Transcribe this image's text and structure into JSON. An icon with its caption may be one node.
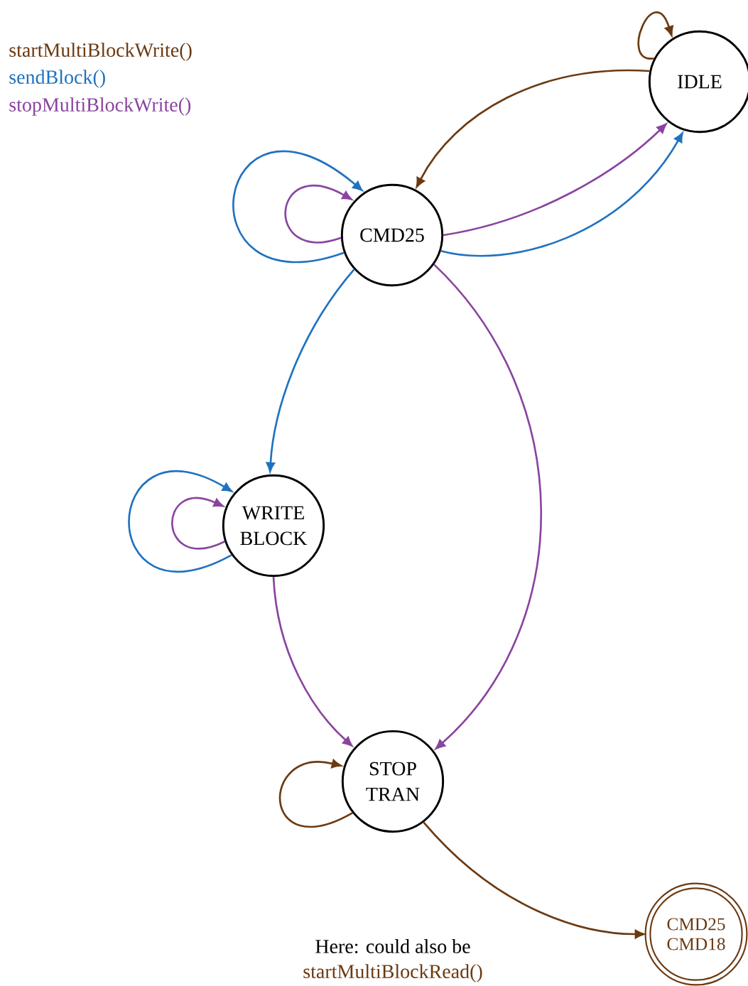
{
  "diagram": {
    "nodes": [
      {
        "text": [
          "IDLE"
        ]
      },
      {
        "text": [
          "CMD25"
        ]
      },
      {
        "text": [
          "WRITE BLOCK"
        ]
      },
      {
        "text": [
          "STOP TRAN"
        ]
      },
      {
        "text": [
          "CMD25 CMD18"
        ]
      }
    ],
    "edges": [
      {
        "from": 0,
        "to": 0,
        "arrow": "to",
        "color": "#6b3a12"
      },
      {
        "from": 0,
        "to": 1,
        "arrow": "to",
        "color": "#6b3a12"
      },
      {
        "from": 1,
        "to": 0,
        "arrow": "to",
        "color": "#8a44a0"
      },
      {
        "from": 1,
        "to": 0,
        "arrow": "to",
        "color": "#1f72c0"
      },
      {
        "from": 1,
        "to": 1,
        "arrow": "to",
        "color": "#1f72c0"
      },
      {
        "from": 1,
        "to": 1,
        "arrow": "to",
        "color": "#8a44a0"
      },
      {
        "from": 1,
        "to": 2,
        "arrow": "to",
        "color": "#1f72c0"
      },
      {
        "from": 1,
        "to": 3,
        "arrow": "to",
        "color": "#8a44a0"
      },
      {
        "from": 2,
        "to": 2,
        "arrow": "to",
        "color": "#1f72c0"
      },
      {
        "from": 2,
        "to": 2,
        "arrow": "to",
        "color": "#8a44a0"
      },
      {
        "from": 2,
        "to": 3,
        "arrow": "to",
        "color": "#8a44a0"
      },
      {
        "from": 3,
        "to": 3,
        "arrow": "to",
        "color": "#6b3a12"
      },
      {
        "from": 3,
        "to": 4,
        "arrow": "to",
        "color": "#6b3a12"
      }
    ],
    "labels": [
      "Here: could also be",
      "startMultiBlockRead()"
    ],
    "legend": [
      {
        "text": "startMultiBlockWrite()",
        "color": "#6b3a12"
      },
      {
        "text": "sendBlock()",
        "color": "#1f72c0"
      },
      {
        "text": "stopMultiBlockWrite()",
        "color": "#8a44a0"
      }
    ]
  }
}
